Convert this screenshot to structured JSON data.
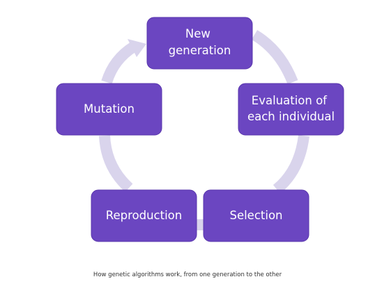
{
  "diagram": {
    "type": "cycle",
    "nodes": [
      {
        "id": "new-generation",
        "lines": [
          "New",
          "generation"
        ]
      },
      {
        "id": "evaluation",
        "lines": [
          "Evaluation of",
          "each individual"
        ]
      },
      {
        "id": "selection",
        "lines": [
          "Selection"
        ]
      },
      {
        "id": "reproduction",
        "lines": [
          "Reproduction"
        ]
      },
      {
        "id": "mutation",
        "lines": [
          "Mutation"
        ]
      }
    ],
    "edges": [
      [
        "new-generation",
        "evaluation"
      ],
      [
        "evaluation",
        "selection"
      ],
      [
        "selection",
        "reproduction"
      ],
      [
        "reproduction",
        "mutation"
      ],
      [
        "mutation",
        "new-generation"
      ]
    ],
    "colors": {
      "node_fill": "#6b46c1",
      "node_text": "#ffffff",
      "arrow": "#d9d4ec"
    }
  },
  "caption": "How genetic algorithms work, from one generation to the other"
}
